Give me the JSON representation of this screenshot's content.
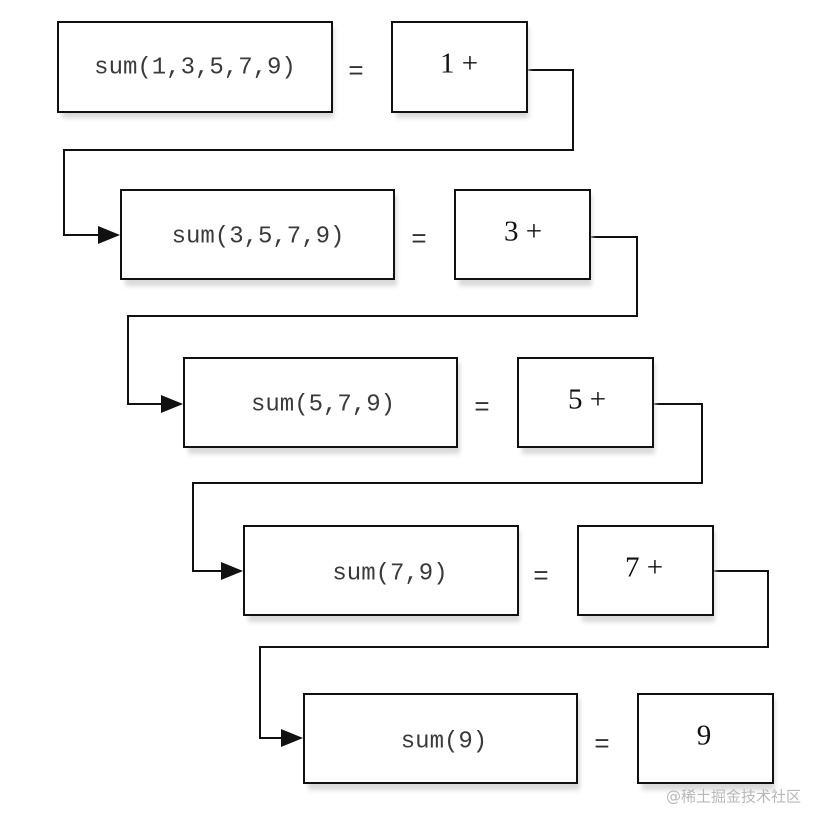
{
  "steps": [
    {
      "call": "sum(1,3,5,7,9)",
      "equals": "=",
      "value": "1 +"
    },
    {
      "call": "sum(3,5,7,9)",
      "equals": "=",
      "value": "3 +"
    },
    {
      "call": "sum(5,7,9)",
      "equals": "=",
      "value": "5 +"
    },
    {
      "call": "sum(7,9)",
      "equals": "=",
      "value": "7 +"
    },
    {
      "call": "sum(9)",
      "equals": "=",
      "value": "9"
    }
  ],
  "watermark": "@稀土掘金技术社区"
}
